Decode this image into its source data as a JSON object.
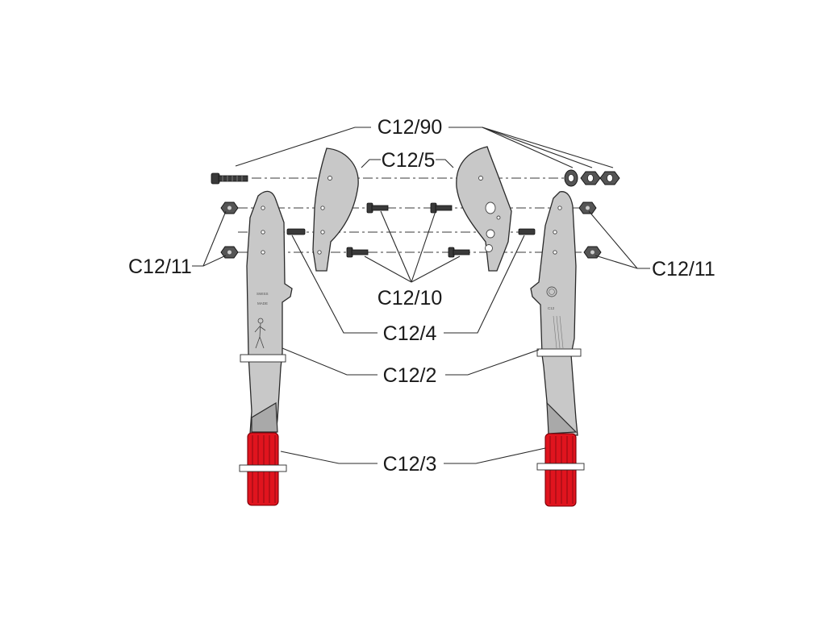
{
  "labels": {
    "c12_90": "C12/90",
    "c12_5": "C12/5",
    "c12_11_left": "C12/11",
    "c12_11_right": "C12/11",
    "c12_10": "C12/10",
    "c12_4": "C12/4",
    "c12_2": "C12/2",
    "c12_3": "C12/3"
  },
  "handle_markings": {
    "swiss_1": "SWISS",
    "made_1": "MADE",
    "model": "C12"
  },
  "colors": {
    "grip": "#e0141e",
    "metal": "#c8c8c8",
    "hardware": "#3a3a3a"
  }
}
